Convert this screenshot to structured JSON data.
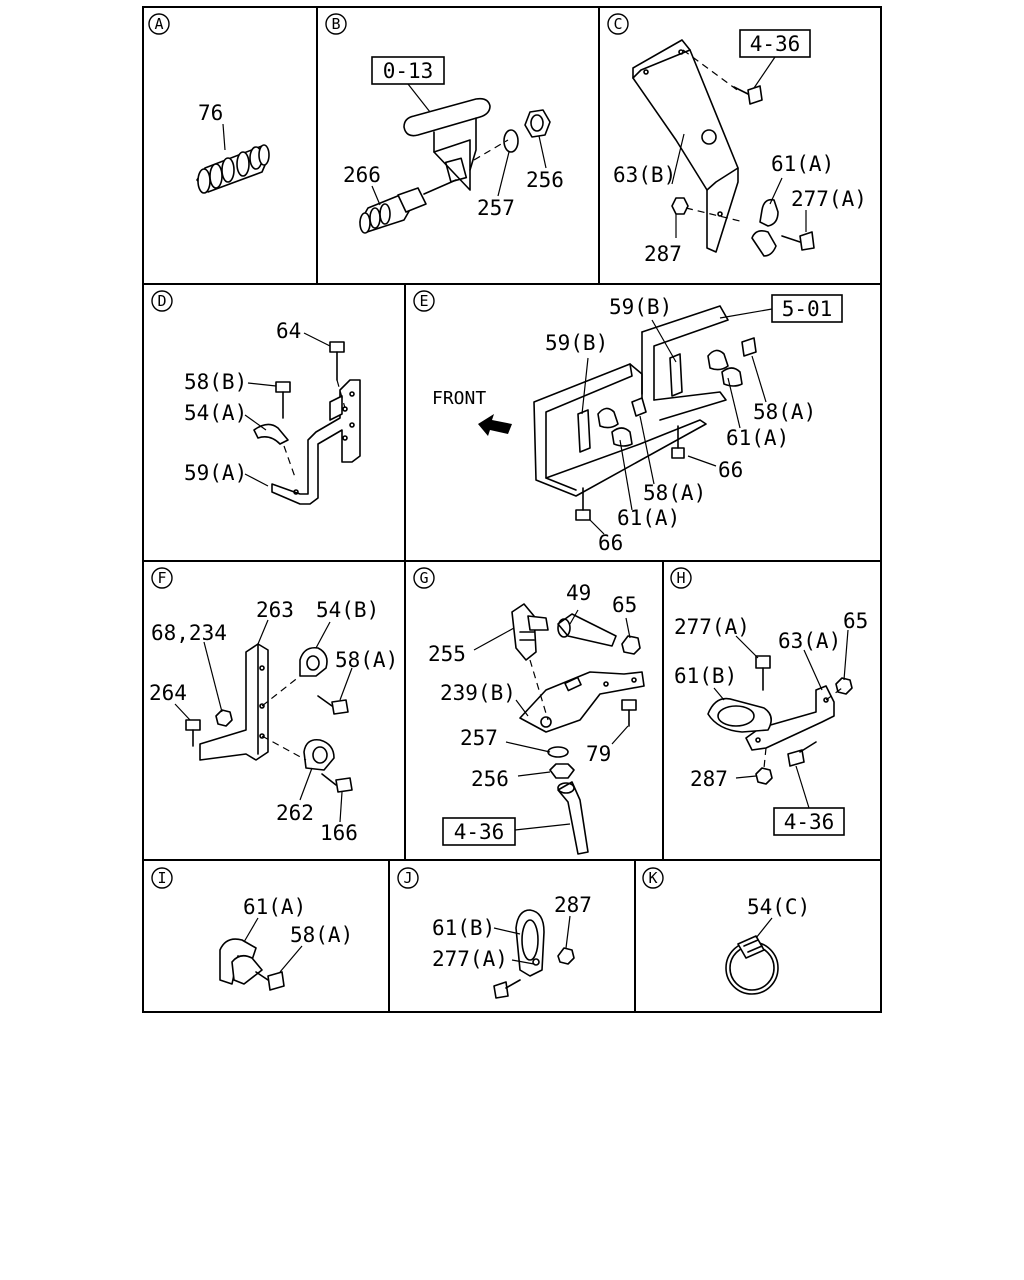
{
  "panels": {
    "a": {
      "badge": "A",
      "labels": {
        "p76": "76"
      }
    },
    "b": {
      "badge": "B",
      "labels": {
        "ref": "0-13",
        "p266": "266",
        "p257": "257",
        "p256": "256"
      }
    },
    "c": {
      "badge": "C",
      "labels": {
        "ref": "4-36",
        "p63b": "63(B)",
        "p61a": "61(A)",
        "p277a": "277(A)",
        "p287": "287"
      }
    },
    "d": {
      "badge": "D",
      "labels": {
        "p64": "64",
        "p58b": "58(B)",
        "p54a": "54(A)",
        "p59a": "59(A)"
      }
    },
    "e": {
      "badge": "E",
      "labels": {
        "ref": "5-01",
        "front": "FRONT",
        "p59b_1": "59(B)",
        "p59b_2": "59(B)",
        "p58a_1": "58(A)",
        "p61a_1": "61(A)",
        "p66_1": "66",
        "p58a_2": "58(A)",
        "p61a_2": "61(A)",
        "p66_2": "66"
      }
    },
    "f": {
      "badge": "F",
      "labels": {
        "p263": "263",
        "p54b": "54(B)",
        "p68_234": "68,234",
        "p58a": "58(A)",
        "p264": "264",
        "p262": "262",
        "p166": "166"
      }
    },
    "g": {
      "badge": "G",
      "labels": {
        "p49": "49",
        "p65": "65",
        "p255": "255",
        "p239b": "239(B)",
        "p257": "257",
        "p79": "79",
        "p256": "256",
        "ref": "4-36"
      }
    },
    "h": {
      "badge": "H",
      "labels": {
        "p277a": "277(A)",
        "p63a": "63(A)",
        "p65": "65",
        "p61b": "61(B)",
        "p287": "287",
        "ref": "4-36"
      }
    },
    "i": {
      "badge": "I",
      "labels": {
        "p61a": "61(A)",
        "p58a": "58(A)"
      }
    },
    "j": {
      "badge": "J",
      "labels": {
        "p287": "287",
        "p61b": "61(B)",
        "p277a": "277(A)"
      }
    },
    "k": {
      "badge": "K",
      "labels": {
        "p54c": "54(C)"
      }
    }
  }
}
